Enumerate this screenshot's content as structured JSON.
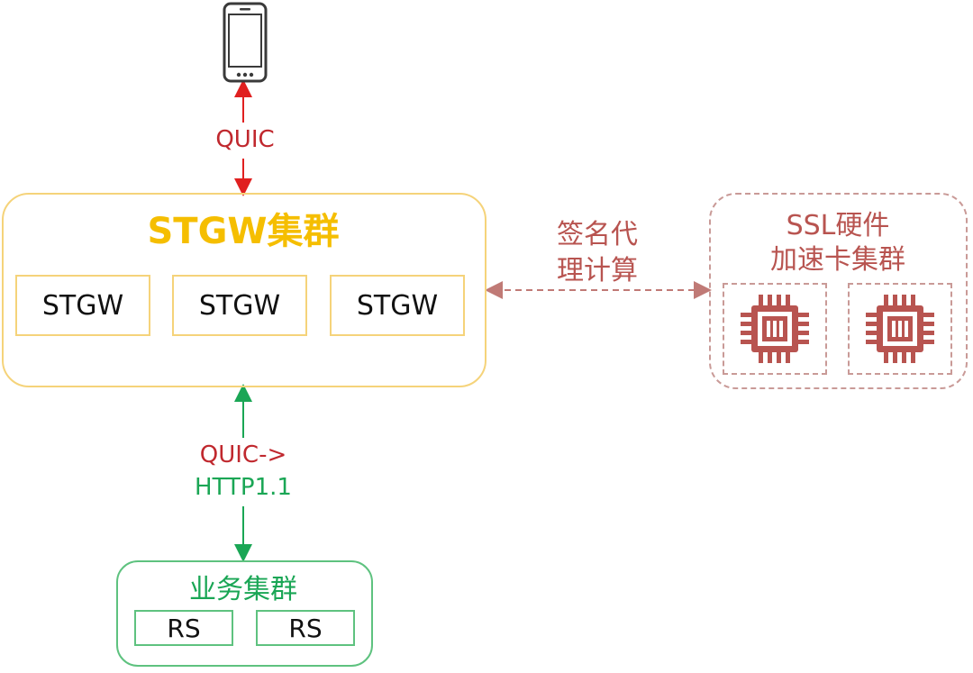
{
  "protocol_top": "QUIC",
  "stgw_cluster": {
    "title": "STGW集群",
    "nodes": [
      "STGW",
      "STGW",
      "STGW"
    ]
  },
  "signature_label": {
    "line1": "签名代",
    "line2": "理计算"
  },
  "ssl_cluster": {
    "line1": "SSL硬件",
    "line2": "加速卡集群"
  },
  "protocol_bottom": {
    "line1": "QUIC->",
    "line2": "HTTP1.1"
  },
  "business_cluster": {
    "title": "业务集群",
    "nodes": [
      "RS",
      "RS"
    ]
  },
  "colors": {
    "red": "#c0282e",
    "gold": "#f5be00",
    "brown": "#b85450",
    "green": "#1aa655"
  },
  "icons": [
    "phone-icon",
    "chip-icon",
    "chip-icon"
  ]
}
